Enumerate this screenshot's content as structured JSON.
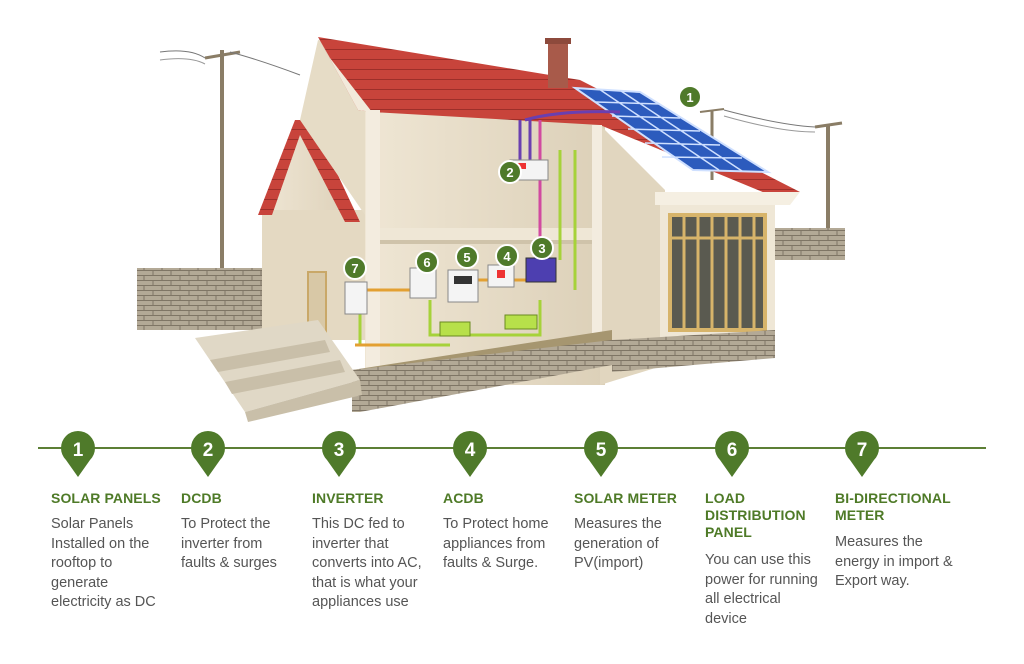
{
  "steps": [
    {
      "number": "1",
      "title": "SOLAR PANELS",
      "description": "Solar Panels Installed on the rooftop to generate electricity as DC",
      "filled": true
    },
    {
      "number": "2",
      "title": "DCDB",
      "description": "To Protect the inverter from faults & surges",
      "filled": true
    },
    {
      "number": "3",
      "title": "INVERTER",
      "description": "This DC fed to inverter that converts into AC, that is what your appliances use",
      "filled": true
    },
    {
      "number": "4",
      "title": "ACDB",
      "description": "To Protect home appliances from faults & Surge.",
      "filled": true
    },
    {
      "number": "5",
      "title": "SOLAR METER",
      "description": "Measures the generation of PV(import)",
      "filled": true
    },
    {
      "number": "6",
      "title": "LOAD DISTRIBUTION PANEL",
      "description": "You can use this power for running all electrical device",
      "filled": true
    },
    {
      "number": "7",
      "title": "BI-DIRECTIONAL METER",
      "description": "Measures the energy in import & Export way.",
      "filled": true
    }
  ],
  "scene_markers": [
    {
      "number": "1"
    },
    {
      "number": "2"
    },
    {
      "number": "3"
    },
    {
      "number": "4"
    },
    {
      "number": "5"
    },
    {
      "number": "6"
    },
    {
      "number": "7"
    }
  ],
  "colors": {
    "accent": "#4e7a27",
    "pin": "#4f7a2a",
    "roof": "#c9443d",
    "wall": "#e9dfcc",
    "brick": "#9c9080",
    "solar": "#2f5fbf",
    "wire_green": "#a6d23a"
  }
}
